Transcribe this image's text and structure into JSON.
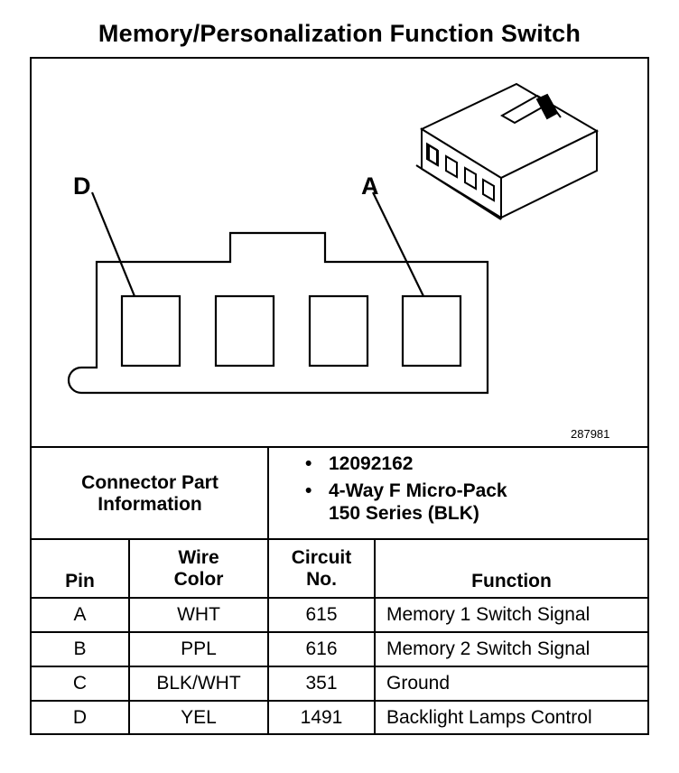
{
  "title": "Memory/Personalization Function Switch",
  "figure_id": "287981",
  "pin_callouts": {
    "left": "D",
    "right": "A"
  },
  "connector_info": {
    "label_line1": "Connector Part",
    "label_line2": "Information",
    "bullet": "•",
    "part_number": "12092162",
    "description_line1": "4-Way F Micro-Pack",
    "description_line2": "150 Series (BLK)"
  },
  "table": {
    "headers": {
      "pin": "Pin",
      "wire_color_line1": "Wire",
      "wire_color_line2": "Color",
      "circuit_line1": "Circuit",
      "circuit_line2": "No.",
      "function": "Function"
    },
    "rows": [
      {
        "pin": "A",
        "wire_color": "WHT",
        "circuit": "615",
        "function": "Memory 1 Switch Signal"
      },
      {
        "pin": "B",
        "wire_color": "PPL",
        "circuit": "616",
        "function": "Memory 2 Switch Signal"
      },
      {
        "pin": "C",
        "wire_color": "BLK/WHT",
        "circuit": "351",
        "function": "Ground"
      },
      {
        "pin": "D",
        "wire_color": "YEL",
        "circuit": "1491",
        "function": "Backlight Lamps Control"
      }
    ]
  }
}
